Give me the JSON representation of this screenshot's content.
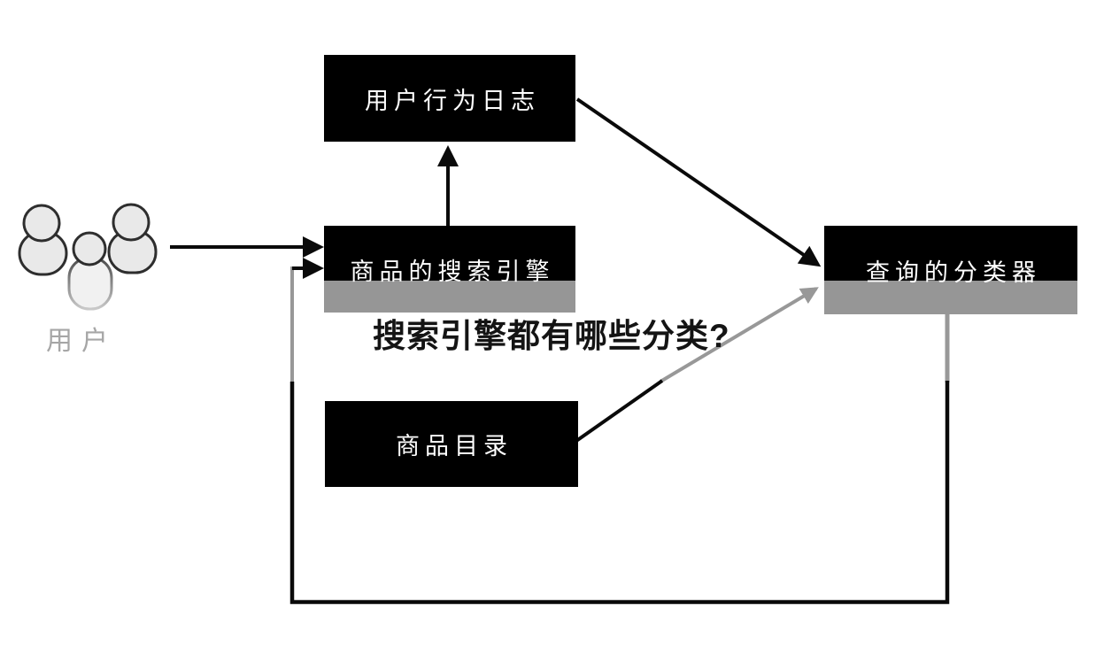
{
  "title": "搜索引擎都有哪些分类?",
  "diagram": {
    "nodes": {
      "user_log": {
        "label": "用户行为日志"
      },
      "search_engine": {
        "label": "商品的搜索引擎"
      },
      "classifier": {
        "label": "查询的分类器"
      },
      "catalog": {
        "label": "商品目录"
      }
    },
    "actor": {
      "label": "用户",
      "icon": "users-icon"
    },
    "edges": [
      {
        "from": "用户",
        "to": "商品的搜索引擎",
        "style": "solid-black-arrow"
      },
      {
        "from": "商品的搜索引擎",
        "to": "用户行为日志",
        "style": "solid-black-arrow"
      },
      {
        "from": "用户行为日志",
        "to": "查询的分类器",
        "style": "solid-black-arrow"
      },
      {
        "from": "商品目录",
        "to": "查询的分类器",
        "style": "black-to-gray-arrow"
      },
      {
        "from": "查询的分类器",
        "to": "商品的搜索引擎",
        "style": "feedback-loop-bottom"
      }
    ],
    "colors": {
      "node_bg": "#000000",
      "node_text": "#ffffff",
      "line": "#0a0a0a",
      "muted_line": "#989898",
      "watermark_band": "#969696",
      "actor_label": "#a6a6a6",
      "title_text": "#141414",
      "actor_fill": "#e9e9e9",
      "actor_stroke": "#2e2e2e"
    }
  }
}
